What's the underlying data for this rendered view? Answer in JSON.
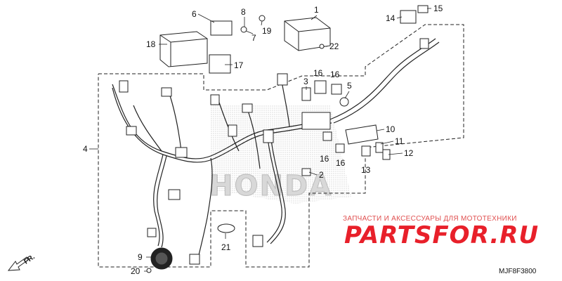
{
  "callouts": {
    "c1": "1",
    "c2": "2",
    "c3": "3",
    "c4": "4",
    "c5": "5",
    "c6": "6",
    "c7": "7",
    "c8": "8",
    "c9": "9",
    "c10": "10",
    "c11": "11",
    "c12": "12",
    "c13": "13",
    "c14": "14",
    "c15": "15",
    "c16a": "16",
    "c16b": "16",
    "c16c": "16",
    "c16d": "16",
    "c17": "17",
    "c18": "18",
    "c19": "19",
    "c20": "20",
    "c21": "21",
    "c22": "22"
  },
  "watermark": {
    "background_logo": "HONDA",
    "tagline": "ЗАПЧАСТИ И АКСЕССУАРЫ ДЛЯ МОТОТЕХНИКИ",
    "brand": "PARTSFOR.RU"
  },
  "direction_label": "FR.",
  "diagram_code": "MJF8F3800",
  "colors": {
    "line": "#222222",
    "brand_red": "#e8202a"
  }
}
